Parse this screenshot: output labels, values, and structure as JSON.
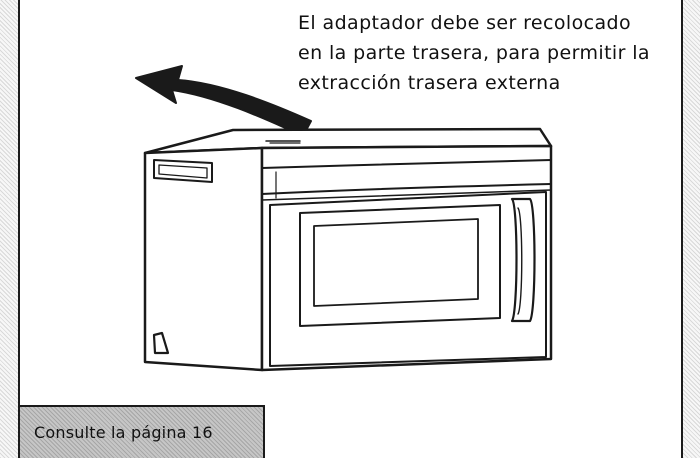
{
  "caption": {
    "line1": "El adaptador debe ser recolocado",
    "line2": "en la parte trasera, para permitir la",
    "line3": "extracción trasera externa"
  },
  "reference": {
    "label": "Consulte la página 16"
  },
  "colors": {
    "line": "#1a1a1a",
    "panel": "#ffffff",
    "hatch_light": "#eeeeee",
    "hatch_dark": "#b8b8b8"
  },
  "icons": [
    "arrow-icon",
    "microwave-icon",
    "triangle-marker-icon"
  ]
}
